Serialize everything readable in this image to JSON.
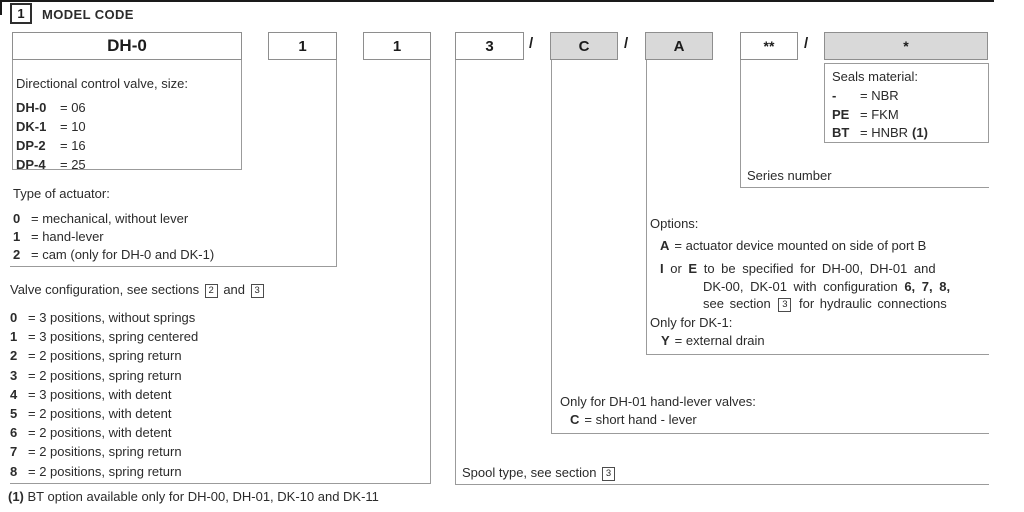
{
  "title": {
    "num": "1",
    "label": "MODEL CODE"
  },
  "code_row": {
    "size": "DH-0",
    "actuator": "1",
    "config": "1",
    "spool": "3",
    "slash": "/",
    "hand": "C",
    "option": "A",
    "series": "**",
    "seals": "*"
  },
  "size_section": {
    "title": "Directional control valve, size:",
    "items": [
      {
        "code": "DH-0",
        "desc": "= 06"
      },
      {
        "code": "DK-1",
        "desc": "= 10"
      },
      {
        "code": "DP-2",
        "desc": "= 16"
      },
      {
        "code": "DP-4",
        "desc": "= 25"
      }
    ]
  },
  "actuator_section": {
    "title": "Type of actuator:",
    "items": [
      {
        "code": "0",
        "desc": "= mechanical, without lever"
      },
      {
        "code": "1",
        "desc": "= hand-lever"
      },
      {
        "code": "2",
        "desc": "= cam (only for DH-0 and DK-1)"
      }
    ]
  },
  "config_section": {
    "title_pre": "Valve configuration, see sections ",
    "sec2": "2",
    "title_mid": " and ",
    "sec3": "3",
    "items": [
      {
        "code": "0",
        "desc": "= 3 positions, without springs"
      },
      {
        "code": "1",
        "desc": "= 3 positions, spring centered"
      },
      {
        "code": "2",
        "desc": "= 2 positions, spring return"
      },
      {
        "code": "3",
        "desc": "= 2 positions, spring return"
      },
      {
        "code": "4",
        "desc": "= 3 positions, with detent"
      },
      {
        "code": "5",
        "desc": "= 2 positions, with detent"
      },
      {
        "code": "6",
        "desc": "= 2 positions, with detent"
      },
      {
        "code": "7",
        "desc": "= 2 positions, spring return"
      },
      {
        "code": "8",
        "desc": "= 2 positions, spring return"
      }
    ]
  },
  "spool_section": {
    "label_pre": "Spool type, see section ",
    "sec": "3"
  },
  "hand_section": {
    "title": "Only for DH-01 hand-lever valves:",
    "code": "C",
    "desc": "= short hand - lever"
  },
  "options_section": {
    "title": "Options:",
    "a_code": "A",
    "a_desc": "= actuator device mounted on side of port B",
    "ie_b1": "I",
    "ie_t1": " or ",
    "ie_b2": "E",
    "ie_t2": " to be specified for DH-00, DH-01 and",
    "ie_line2_pre": "DK-00, DK-01 with configuration ",
    "ie_line2_bold": "6, 7, 8,",
    "ie_line3_pre": "see section ",
    "ie_sec": "3",
    "ie_line3_post": " for hydraulic connections",
    "only_title": "Only for DK-1:",
    "y_code": "Y",
    "y_desc": "= external drain"
  },
  "series_section": {
    "label": "Series number"
  },
  "seals_section": {
    "title": "Seals material:",
    "items": [
      {
        "code": "-",
        "desc": "= NBR",
        "note": ""
      },
      {
        "code": "PE",
        "desc": "= FKM",
        "note": ""
      },
      {
        "code": "BT",
        "desc": "= HNBR",
        "note": "(1)"
      }
    ]
  },
  "footnote": {
    "bold": "(1)",
    "text": " BT option available only for DH-00, DH-01, DK-10 and DK-11"
  },
  "colors": {
    "box_fill_gray": "#d9d9d9",
    "line_gray": "#9b9b9b",
    "rule_dark": "#1a1a1a"
  }
}
